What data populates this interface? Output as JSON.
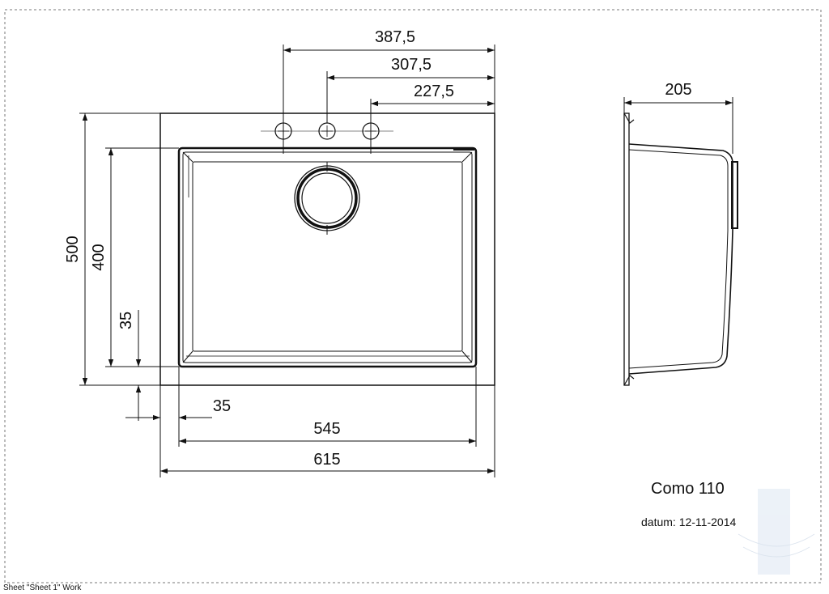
{
  "sheet_label": "Sheet \"Sheet 1\" Work",
  "model_name": "Como 110",
  "date_label": "datum: 12-11-2014",
  "dimensions": {
    "hole_1_from_right": "387,5",
    "hole_2_from_right": "307,5",
    "hole_3_from_right": "227,5",
    "depth": "205",
    "outer_height": "500",
    "bowl_height": "400",
    "bowl_offset_vertical": "35",
    "bowl_offset_horizontal": "35",
    "bowl_width": "545",
    "outer_width": "615"
  }
}
